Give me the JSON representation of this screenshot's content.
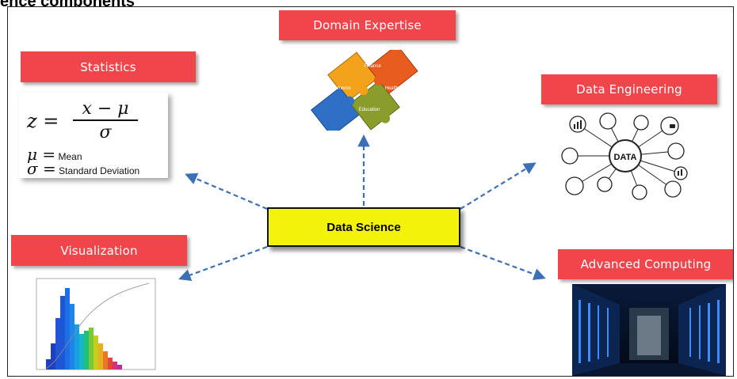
{
  "page": {
    "heading": "ence components"
  },
  "center": {
    "label": "Data Science"
  },
  "nodes": {
    "domain_expertise": {
      "label": "Domain Expertise",
      "pieces": [
        "Finance",
        "E-Commerce",
        "Healthcare",
        "Education"
      ]
    },
    "statistics": {
      "label": "Statistics",
      "formula": {
        "lhs": "z =",
        "numerator": "x − μ",
        "denominator": "σ"
      },
      "legend": [
        {
          "symbol": "μ =",
          "text": "Mean"
        },
        {
          "symbol": "σ =",
          "text": "Standard Deviation"
        }
      ]
    },
    "data_engineering": {
      "label": "Data Engineering",
      "hub": "DATA"
    },
    "visualization": {
      "label": "Visualization"
    },
    "advanced_computing": {
      "label": "Advanced Computing"
    }
  },
  "colors": {
    "label_red": "#f0464b",
    "center_yellow": "#f2f20a",
    "arrow_blue": "#3d6fb4"
  }
}
